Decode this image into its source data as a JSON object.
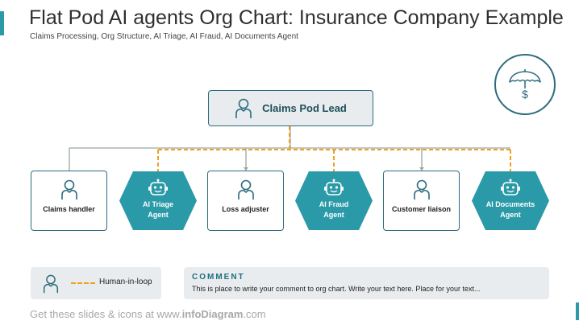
{
  "header": {
    "title": "Flat Pod AI agents Org Chart: Insurance Company Example",
    "subtitle": "Claims Processing, Org Structure, AI Triage, AI Fraud, AI Documents Agent"
  },
  "lead": {
    "label": "Claims Pod Lead"
  },
  "nodes": [
    {
      "label": "Claims handler",
      "kind": "human"
    },
    {
      "label_line1": "AI Triage",
      "label_line2": "Agent",
      "kind": "ai"
    },
    {
      "label": "Loss adjuster",
      "kind": "human"
    },
    {
      "label_line1": "AI Fraud",
      "label_line2": "Agent",
      "kind": "ai"
    },
    {
      "label": "Customer liaison",
      "kind": "human"
    },
    {
      "label_line1": "AI Documents",
      "label_line2": "Agent",
      "kind": "ai"
    }
  ],
  "legend": {
    "label": "Human-in-loop"
  },
  "comment": {
    "heading": "COMMENT",
    "text": "This is place to write your comment to org chart. Write your text here. Place for your text..."
  },
  "footer": {
    "prefix": "Get these slides & icons at www.",
    "brand": "infoDiagram",
    "suffix": ".com"
  },
  "colors": {
    "teal": "#2b9aa8",
    "dark_teal": "#2b6c7e",
    "dashed_orange": "#f0a11b",
    "panel_gray": "#e9ecee"
  },
  "icons": {
    "human": "person-icon",
    "ai": "robot-icon",
    "brand": "umbrella-dollar-icon"
  }
}
